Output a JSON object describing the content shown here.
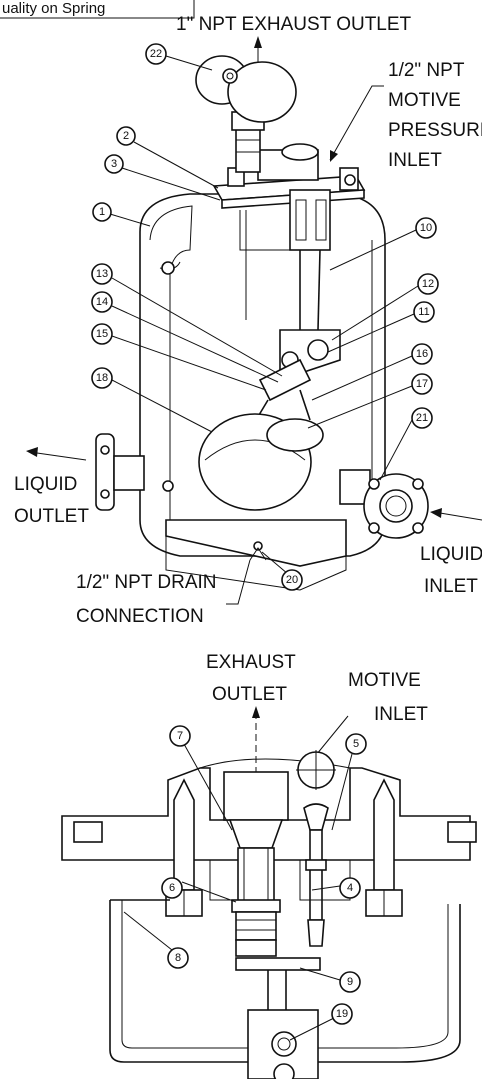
{
  "header_fragment": "uality on Spring",
  "top_view": {
    "labels": {
      "exhaust_outlet": "1\" NPT EXHAUST OUTLET",
      "motive_line1": "1/2\" NPT",
      "motive_line2": "MOTIVE",
      "motive_line3": "PRESSURE",
      "motive_line4": "INLET",
      "liquid_outlet_line1": "LIQUID",
      "liquid_outlet_line2": "OUTLET",
      "liquid_inlet_line1": "LIQUID",
      "liquid_inlet_line2": "INLET",
      "drain_line1": "1/2\" NPT DRAIN",
      "drain_line2": "CONNECTION"
    },
    "callouts": [
      "22",
      "2",
      "3",
      "1",
      "10",
      "13",
      "12",
      "14",
      "11",
      "15",
      "16",
      "18",
      "17",
      "21",
      "20"
    ]
  },
  "bottom_view": {
    "labels": {
      "exhaust_line1": "EXHAUST",
      "exhaust_line2": "OUTLET",
      "motive_line1": "MOTIVE",
      "motive_line2": "INLET"
    },
    "callouts": [
      "7",
      "5",
      "6",
      "4",
      "8",
      "9",
      "19"
    ]
  }
}
